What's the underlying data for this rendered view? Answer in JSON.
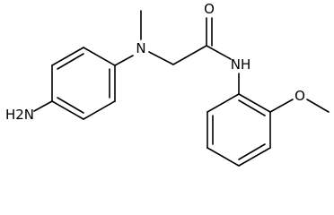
{
  "structure": {
    "atom_labels": {
      "amine": "H2N",
      "n_methyl": "N",
      "carbonyl_o": "O",
      "amide_nh": "NH",
      "methoxy_o": "O"
    }
  }
}
